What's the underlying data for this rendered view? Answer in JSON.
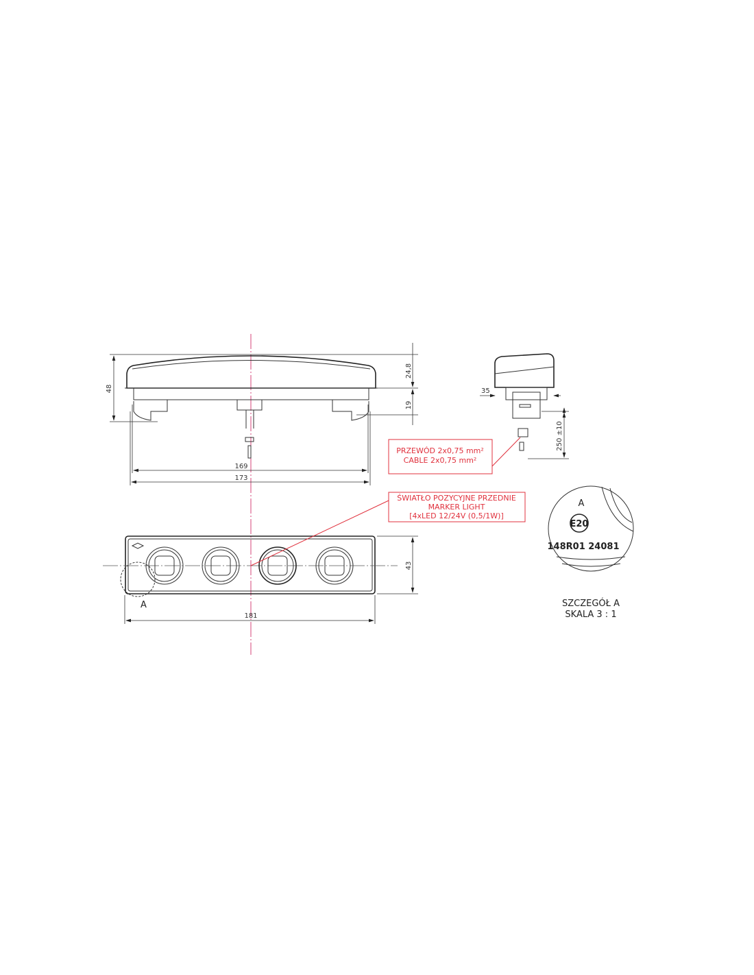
{
  "dimensions": {
    "height_total": "48",
    "height_upper": "24,8",
    "height_lower": "19",
    "width_inner": "169",
    "width_outer": "173",
    "front_height": "43",
    "front_width": "181",
    "side_depth": "35",
    "cable_length": "250 ±10"
  },
  "labels": {
    "cable_pl": "PRZEWÓD 2x0,75 mm²",
    "cable_en": "CABLE 2x0,75 mm²",
    "light_pl": "ŚWIATŁO POZYCYJNE PRZEDNIE",
    "light_en": "MARKER LIGHT",
    "light_spec": "[4xLED 12/24V (0,5/1W)]",
    "detail_marker": "A"
  },
  "detail": {
    "marker": "A",
    "approval_mark": "E20",
    "approval_number": "148R01 24081",
    "title": "SZCZEGÓŁ A",
    "scale": "SKALA 3 : 1"
  },
  "colors": {
    "annotation": "#e0303c",
    "centerline": "#d0306a"
  }
}
